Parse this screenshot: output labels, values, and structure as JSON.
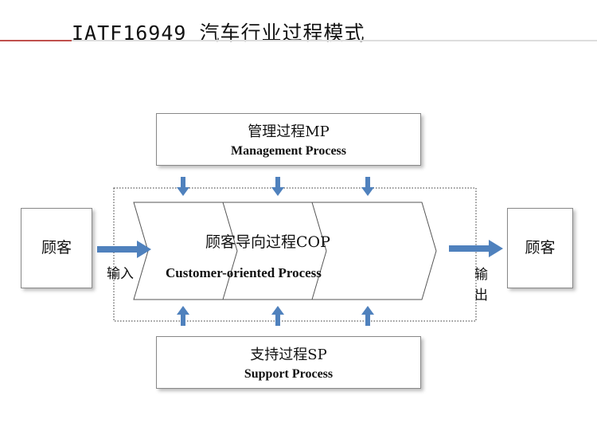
{
  "title": "IATF16949 汽车行业过程模式",
  "management": {
    "zh": "管理过程MP",
    "en": "Management Process"
  },
  "support": {
    "zh": "支持过程SP",
    "en": "Support  Process"
  },
  "cop": {
    "zh": "顾客导向过程COP",
    "en": "Customer-oriented Process"
  },
  "customer_left": "顾客",
  "customer_right": "顾客",
  "input_label": "输入",
  "output_label_1": "输",
  "output_label_2": "出",
  "colors": {
    "arrow": "#4f81bd",
    "title_accent": "#c0504d"
  }
}
